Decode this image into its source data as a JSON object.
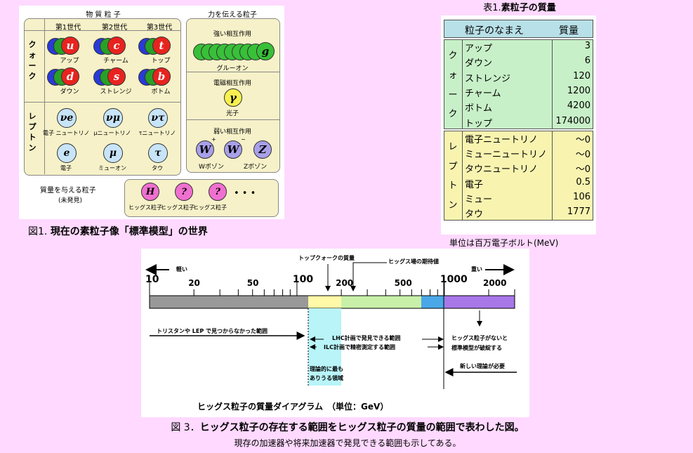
{
  "fig1": {
    "matter_title": "物 質 粒 子",
    "force_title": "力を伝える粒子",
    "generations": [
      "第1世代",
      "第2世代",
      "第3世代"
    ],
    "quark_label": "クォーク",
    "lepton_label": "レプトン",
    "quarks": [
      {
        "sym": "u",
        "name": "アップ",
        "color": "#e8231f"
      },
      {
        "sym": "c",
        "name": "チャーム",
        "color": "#e8231f"
      },
      {
        "sym": "t",
        "name": "トップ",
        "color": "#e8231f"
      },
      {
        "sym": "d",
        "name": "ダウン",
        "color": "#e8231f"
      },
      {
        "sym": "s",
        "name": "ストレンジ",
        "color": "#e8231f"
      },
      {
        "sym": "b",
        "name": "ボトム",
        "color": "#e8231f"
      }
    ],
    "leptons": [
      {
        "sym": "νe",
        "name": "電子 ニュートリノ"
      },
      {
        "sym": "νμ",
        "name": "μニュートリノ"
      },
      {
        "sym": "ντ",
        "name": "τニュートリノ"
      },
      {
        "sym": "e",
        "name": "電子"
      },
      {
        "sym": "μ",
        "name": "ミューオン"
      },
      {
        "sym": "τ",
        "name": "タウ"
      }
    ],
    "strong_label": "強い相互作用",
    "gluon_sym": "g",
    "gluon_name": "グルーオン",
    "em_label": "電磁相互作用",
    "photon_sym": "γ",
    "photon_name": "光子",
    "weak_label": "弱い相互作用",
    "wplus_sym": "W",
    "wminus_sym": "W",
    "z_sym": "Z",
    "w_name": "Wボゾン",
    "z_name": "Zボゾン",
    "mass_giver_label": "質量を与える粒子",
    "undiscovered": "(未発見)",
    "higgs_syms": [
      "H",
      "?",
      "?"
    ],
    "dots": "• • •",
    "higgs_names": [
      "ヒッグス粒子",
      "ヒッグス粒子",
      "ヒッグス粒子"
    ],
    "caption": "図1.",
    "caption_bold": "現在の素粒子像「標準模型」の世界"
  },
  "table": {
    "caption_prefix": "表1.",
    "caption_bold": "素粒子の質量",
    "col_name": "粒子のなまえ",
    "col_mass": "質量",
    "quark_group": "クォーク",
    "lepton_group": "レプトン",
    "quark_rows": [
      {
        "name": "アップ",
        "mass": "3"
      },
      {
        "name": "ダウン",
        "mass": "6"
      },
      {
        "name": "ストレンジ",
        "mass": "120"
      },
      {
        "name": "チャーム",
        "mass": "1200"
      },
      {
        "name": "ボトム",
        "mass": "4200"
      },
      {
        "name": "トップ",
        "mass": "174000"
      }
    ],
    "lepton_rows": [
      {
        "name": "電子ニュートリノ",
        "mass": "～0"
      },
      {
        "name": "ミューニュートリノ",
        "mass": "～0"
      },
      {
        "name": "タウニュートリノ",
        "mass": "～0"
      },
      {
        "name": "電子",
        "mass": "0.5"
      },
      {
        "name": "ミュー",
        "mass": "106"
      },
      {
        "name": "タウ",
        "mass": "1777"
      }
    ],
    "unit_note": "単位は百万電子ボルト(MeV)",
    "colors": {
      "header": "#b8e0e8",
      "quark": "#c8f0c8",
      "lepton": "#f8f4b0"
    }
  },
  "fig3": {
    "light": "軽い",
    "heavy": "重い",
    "top_mass": "トップクォークの質量",
    "higgs_expect": "ヒッグス場の期待値",
    "ticks": [
      "10",
      "20",
      "50",
      "100",
      "200",
      "500",
      "1000",
      "2000"
    ],
    "tristan": "トリスタンや LEP で見つからなかった範囲",
    "lhc": "LHC計画で発見できる範囲",
    "ilc": "ILC計画で精密測定する範囲",
    "no_higgs_1": "ヒッグス粒子がないと",
    "no_higgs_2": "標準模型が破綻する",
    "new_theory": "新しい理論が必要",
    "likely_1": "理論的に最も",
    "likely_2": "ありうる領域",
    "title": "ヒッグス粒子の質量ダイアグラム　（単位：GeV）",
    "caption_prefix": "図 3．",
    "caption_bold": "ヒッグス粒子の存在する範囲をヒッグス粒子の質量の範囲で表わした図。",
    "sub_caption": "現存の加速器や将来加速器で発見できる範囲も示してある。"
  }
}
